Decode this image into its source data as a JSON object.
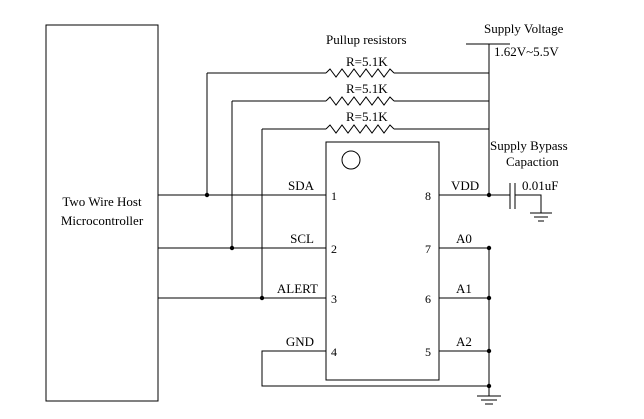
{
  "host": {
    "line1": "Two Wire Host",
    "line2": "Microcontroller"
  },
  "supply": {
    "title": "Supply Voltage",
    "range": "1.62V~5.5V"
  },
  "pullup": {
    "title": "Pullup resistors",
    "resistors": [
      {
        "label": "R=5.1K"
      },
      {
        "label": "R=5.1K"
      },
      {
        "label": "R=5.1K"
      }
    ]
  },
  "bypass": {
    "title_line1": "Supply Bypass",
    "title_line2": "Capaction",
    "value": "0.01uF"
  },
  "chip": {
    "left_pins": [
      {
        "signal": "SDA",
        "number": "1"
      },
      {
        "signal": "SCL",
        "number": "2"
      },
      {
        "signal": "ALERT",
        "number": "3"
      },
      {
        "signal": "GND",
        "number": "4"
      }
    ],
    "right_pins": [
      {
        "signal": "VDD",
        "number": "8"
      },
      {
        "signal": "A0",
        "number": "7"
      },
      {
        "signal": "A1",
        "number": "6"
      },
      {
        "signal": "A2",
        "number": "5"
      }
    ]
  }
}
